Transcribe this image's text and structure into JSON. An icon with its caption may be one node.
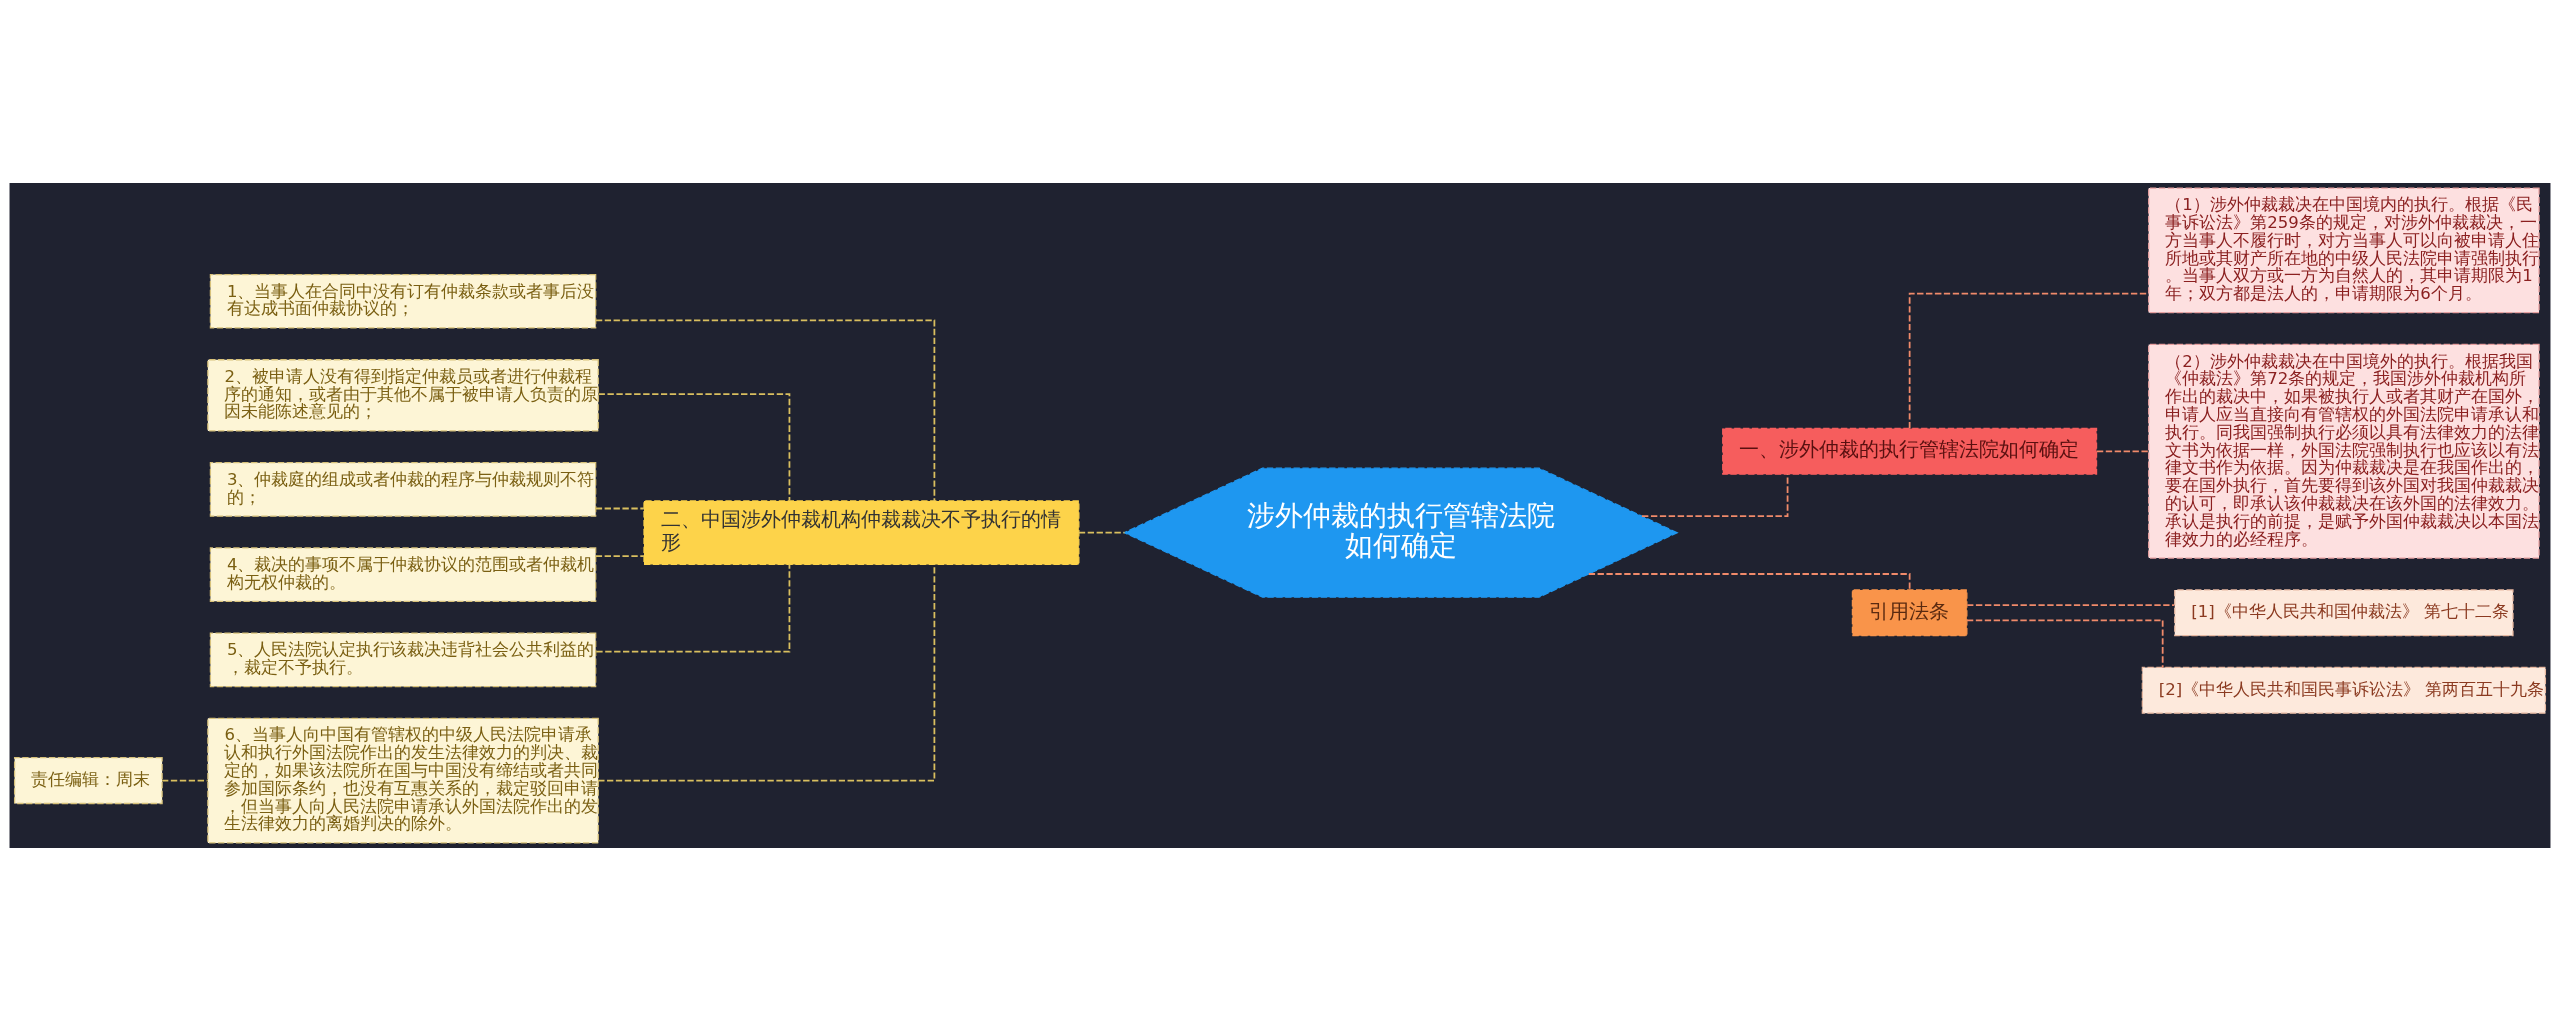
{
  "diagram": {
    "nodes": [
      {
        "text": [
          "涉外仲裁的执行管辖法院如何确定"
        ]
      },
      {
        "text": [
          "二、中国涉外仲裁机构仲裁裁决不予执行的情形"
        ]
      },
      {
        "text": [
          "1、当事人在合同中没有订有仲裁条款或者事后没有达成书面仲裁协议的；"
        ]
      },
      {
        "text": [
          "2、被申请人没有得到指定仲裁员或者进行仲裁程序的通知，或者由于其他不属于被申请人负责的原因未能陈述意见的；"
        ]
      },
      {
        "text": [
          "3、仲裁庭的组成或者仲裁的程序与仲裁规则不符的；"
        ]
      },
      {
        "text": [
          "4、裁决的事项不属于仲裁协议的范围或者仲裁机构无权仲裁的。"
        ]
      },
      {
        "text": [
          "5、人民法院认定执行该裁决违背社会公共利益的，裁定不予执行。"
        ]
      },
      {
        "text": [
          "6、当事人向中国有管辖权的中级人民法院申请承认和执行外国法院作出的发生法律效力的判决、裁定的，如果该法院所在国与中国没有缔结或者共同参加国际条约，也没有互惠关系的，裁定驳回申请，但当事人向人民法院申请承认外国法院作出的发生法律效力的离婚判决的除外。"
        ]
      },
      {
        "text": [
          "责任编辑：周末"
        ]
      },
      {
        "text": [
          "一、涉外仲裁的执行管辖法院如何确定"
        ]
      },
      {
        "text": [
          "（1）涉外仲裁裁决在中国境内的执行。根据《民事诉讼法》第259条的规定，对涉外仲裁裁决，一方当事人不履行时，对方当事人可以向被申请人住所地或其财产所在地的中级人民法院申请强制执行。当事人双方或一方为自然人的，其申请期限为1年；双方都是法人的，申请期限为6个月。"
        ]
      },
      {
        "text": [
          "（2）涉外仲裁裁决在中国境外的执行。根据我国《仲裁法》第72条的规定，我国涉外仲裁机构所作出的裁决中，如果被执行人或者其财产在国外，申请人应当直接向有管辖权的外国法院申请承认和执行。同我国强制执行必须以具有法律效力的法律文书为依据一样，外国法院强制执行也应该以有法律文书作为依据。因为仲裁裁决是在我国作出的，要在国外执行，首先要得到该外国对我国仲裁裁决的认可，即承认该仲裁裁决在该外国的法律效力。承认是执行的前提，是赋予外国仲裁裁决以本国法律效力的必经程序。"
        ]
      },
      {
        "text": [
          "引用法条"
        ]
      },
      {
        "text": [
          "[1]《中华人民共和国仲裁法》 第七十二条"
        ]
      },
      {
        "text": [
          "[2]《中华人民共和国民事诉讼法》 第两百五十九条"
        ]
      }
    ],
    "edges": [
      {
        "from": 0,
        "to": 1,
        "arrow": "none",
        "style": "dashed"
      },
      {
        "from": 1,
        "to": 2,
        "arrow": "none",
        "style": "dashed"
      },
      {
        "from": 1,
        "to": 3,
        "arrow": "none",
        "style": "dashed"
      },
      {
        "from": 1,
        "to": 4,
        "arrow": "none",
        "style": "dashed"
      },
      {
        "from": 1,
        "to": 5,
        "arrow": "none",
        "style": "dashed"
      },
      {
        "from": 1,
        "to": 6,
        "arrow": "none",
        "style": "dashed"
      },
      {
        "from": 1,
        "to": 7,
        "arrow": "none",
        "style": "dashed"
      },
      {
        "from": 7,
        "to": 8,
        "arrow": "none",
        "style": "dashed"
      },
      {
        "from": 0,
        "to": 9,
        "arrow": "none",
        "style": "dashed",
        "color": "#f08a6a"
      },
      {
        "from": 9,
        "to": 10,
        "arrow": "none",
        "style": "dashed",
        "color": "#f08a6a"
      },
      {
        "from": 9,
        "to": 11,
        "arrow": "none",
        "style": "dashed",
        "color": "#f08a6a"
      },
      {
        "from": 0,
        "to": 12,
        "arrow": "none",
        "style": "dashed",
        "color": "#f08a6a"
      },
      {
        "from": 12,
        "to": 13,
        "arrow": "none",
        "style": "dashed",
        "color": "#f08a6a"
      },
      {
        "from": 12,
        "to": 14,
        "arrow": "none",
        "style": "dashed",
        "color": "#f08a6a"
      }
    ]
  }
}
